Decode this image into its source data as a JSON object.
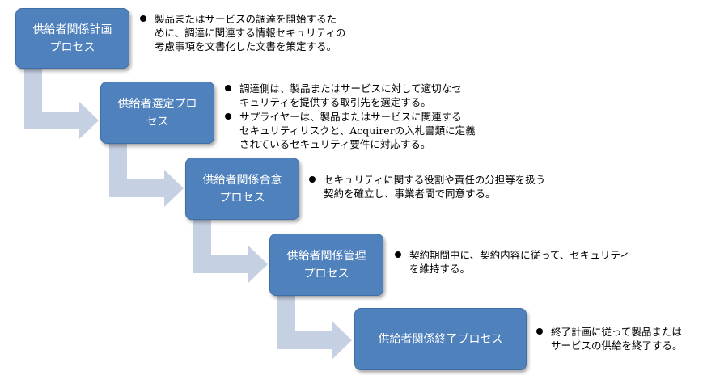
{
  "colors": {
    "box": "#4f81bd",
    "arrow": "#c6d0e3"
  },
  "steps": [
    {
      "title": "供給者関係計画",
      "sub": "プロセス",
      "bullets": [
        [
          "製品またはサービスの調達を開始するた",
          "めに、調達に関連する情報セキュリティの",
          "考慮事項を文書化した文書を策定する。"
        ]
      ]
    },
    {
      "title": "供給者選定プロ",
      "sub": "セス",
      "bullets": [
        [
          "調達側は、製品またはサービスに対して適切なセ",
          "キュリティを提供する取引先を選定する。"
        ],
        [
          "サプライヤーは、製品またはサービスに関連する",
          "セキュリティリスクと、Acquirerの入札書類に定義",
          "されているセキュリティ要件に対応する。"
        ]
      ]
    },
    {
      "title": "供給者関係合意",
      "sub": "プロセス",
      "bullets": [
        [
          "セキュリティに関する役割や責任の分担等を扱う",
          "契約を確立し、事業者間で同意する。"
        ]
      ]
    },
    {
      "title": "供給者関係管理",
      "sub": "プロセス",
      "bullets": [
        [
          "契約期間中に、契約内容に従って、セキュリティ",
          "を維持する。"
        ]
      ]
    },
    {
      "title": "供給者関係終了プロセス",
      "sub": "",
      "bullets": [
        [
          "終了計画に従って製品または",
          "サービスの供給を終了する。"
        ]
      ]
    }
  ]
}
